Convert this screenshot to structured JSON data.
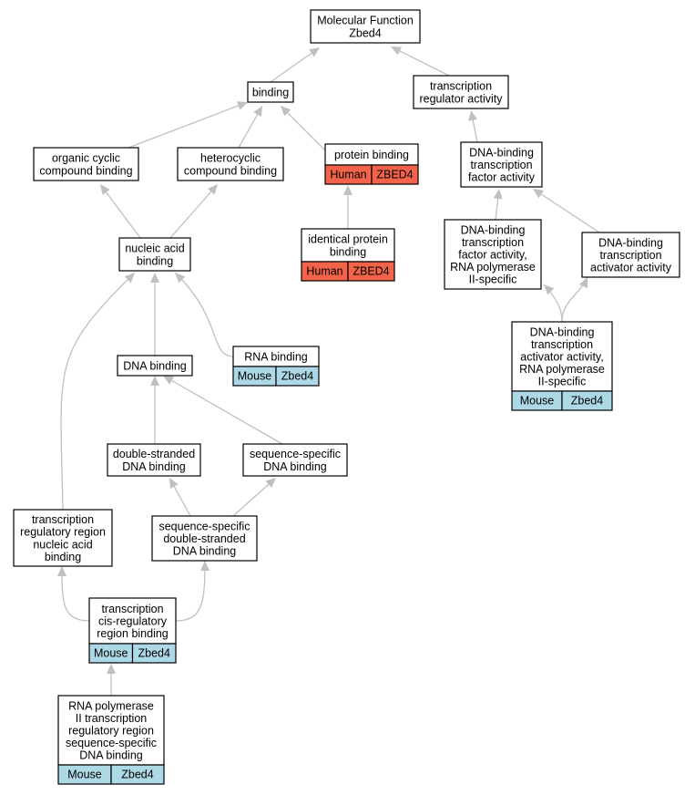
{
  "diagram": {
    "colors": {
      "human": "#f26349",
      "mouse": "#add8e6",
      "edge": "#c0c0c0",
      "border": "#000000"
    },
    "nodes": [
      {
        "id": "mf",
        "label": [
          "Molecular Function",
          "Zbed4"
        ]
      },
      {
        "id": "binding",
        "label": [
          "binding"
        ]
      },
      {
        "id": "tra",
        "label": [
          "transcription",
          "regulator activity"
        ]
      },
      {
        "id": "occb",
        "label": [
          "organic cyclic",
          "compound binding"
        ]
      },
      {
        "id": "hccb",
        "label": [
          "heterocyclic",
          "compound binding"
        ]
      },
      {
        "id": "pb",
        "label": [
          "protein binding"
        ],
        "species": "Human",
        "gene": "ZBED4"
      },
      {
        "id": "dbtfa",
        "label": [
          "DNA-binding",
          "transcription",
          "factor activity"
        ]
      },
      {
        "id": "ipb",
        "label": [
          "identical protein",
          "binding"
        ],
        "species": "Human",
        "gene": "ZBED4"
      },
      {
        "id": "nab",
        "label": [
          "nucleic acid",
          "binding"
        ]
      },
      {
        "id": "dbtfa2",
        "label": [
          "DNA-binding",
          "transcription",
          "factor activity,",
          "RNA polymerase",
          "II-specific"
        ]
      },
      {
        "id": "dbtaa",
        "label": [
          "DNA-binding",
          "transcription",
          "activator activity"
        ]
      },
      {
        "id": "rnab",
        "label": [
          "RNA binding"
        ],
        "species": "Mouse",
        "gene": "Zbed4"
      },
      {
        "id": "dbtaa2",
        "label": [
          "DNA-binding",
          "transcription",
          "activator activity,",
          "RNA polymerase",
          "II-specific"
        ],
        "species": "Mouse",
        "gene": "Zbed4"
      },
      {
        "id": "dnab",
        "label": [
          "DNA binding"
        ]
      },
      {
        "id": "dsdb",
        "label": [
          "double-stranded",
          "DNA binding"
        ]
      },
      {
        "id": "ssdb",
        "label": [
          "sequence-specific",
          "DNA binding"
        ]
      },
      {
        "id": "trrnab",
        "label": [
          "transcription",
          "regulatory region",
          "nucleic acid",
          "binding"
        ]
      },
      {
        "id": "ssdsdb",
        "label": [
          "sequence-specific",
          "double-stranded",
          "DNA binding"
        ]
      },
      {
        "id": "tcrrb",
        "label": [
          "transcription",
          "cis-regulatory",
          "region binding"
        ],
        "species": "Mouse",
        "gene": "Zbed4"
      },
      {
        "id": "rnap",
        "label": [
          "RNA polymerase",
          "II transcription",
          "regulatory region",
          "sequence-specific",
          "DNA binding"
        ],
        "species": "Mouse",
        "gene": "Zbed4"
      }
    ],
    "edges": [
      [
        "binding",
        "mf"
      ],
      [
        "tra",
        "mf"
      ],
      [
        "occb",
        "binding"
      ],
      [
        "hccb",
        "binding"
      ],
      [
        "pb",
        "binding"
      ],
      [
        "dbtfa",
        "tra"
      ],
      [
        "ipb",
        "pb"
      ],
      [
        "nab",
        "occb"
      ],
      [
        "nab",
        "hccb"
      ],
      [
        "dbtfa2",
        "dbtfa"
      ],
      [
        "dbtaa",
        "dbtfa"
      ],
      [
        "dbtaa2",
        "dbtfa2"
      ],
      [
        "dbtaa2",
        "dbtaa"
      ],
      [
        "rnab",
        "nab"
      ],
      [
        "dnab",
        "nab"
      ],
      [
        "trrnab",
        "nab"
      ],
      [
        "dsdb",
        "dnab"
      ],
      [
        "ssdb",
        "dnab"
      ],
      [
        "ssdsdb",
        "dsdb"
      ],
      [
        "ssdsdb",
        "ssdb"
      ],
      [
        "tcrrb",
        "trrnab"
      ],
      [
        "tcrrb",
        "ssdsdb"
      ],
      [
        "rnap",
        "tcrrb"
      ]
    ]
  }
}
